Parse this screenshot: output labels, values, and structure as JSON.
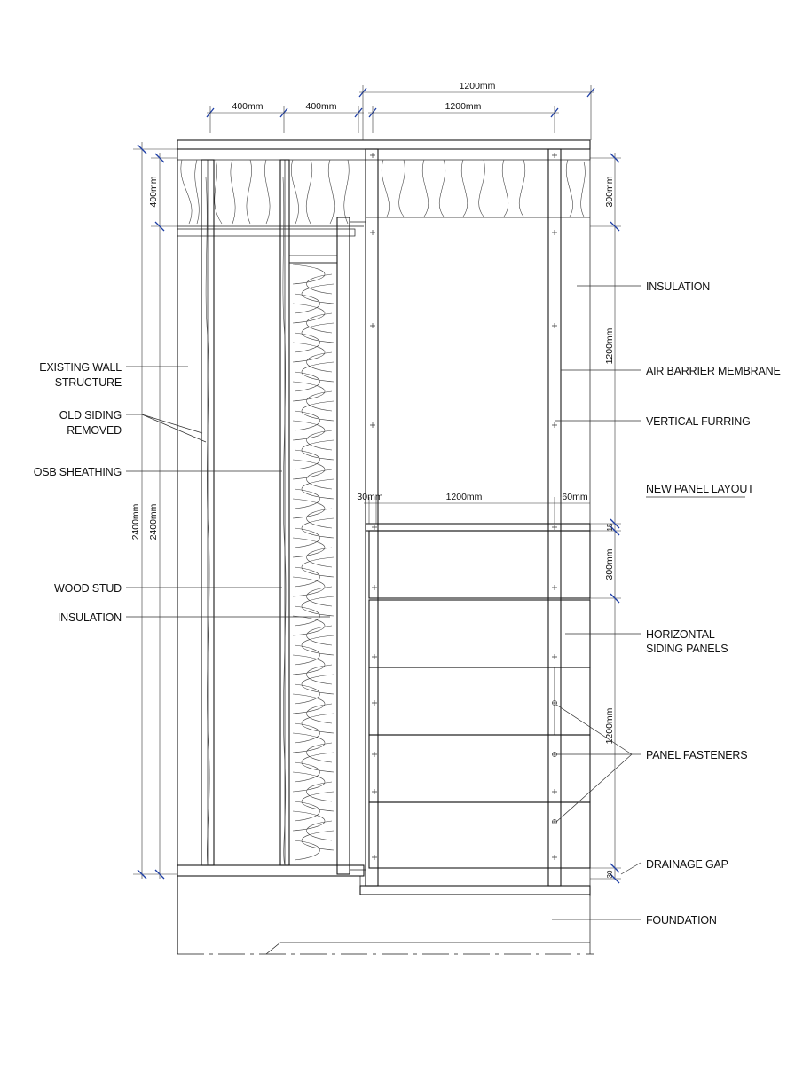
{
  "labels_left": {
    "existing_wall_1": "EXISTING WALL",
    "existing_wall_2": "STRUCTURE",
    "old_siding_1": "OLD SIDING",
    "old_siding_2": "REMOVED",
    "osb": "OSB SHEATHING",
    "wood_stud": "WOOD STUD",
    "insulation": "INSULATION"
  },
  "labels_right": {
    "insulation": "INSULATION",
    "air_barrier": "AIR BARRIER MEMBRANE",
    "vertical_furring": "VERTICAL FURRING",
    "new_panel_layout": "NEW PANEL LAYOUT",
    "horizontal_siding_1": "HORIZONTAL",
    "horizontal_siding_2": "SIDING PANELS",
    "panel_fasteners": "PANEL FASTENERS",
    "drainage_gap": "DRAINAGE GAP",
    "foundation": "FOUNDATION"
  },
  "dimensions": {
    "top_overall": "1200mm",
    "top_stud_1": "400mm",
    "top_stud_2": "400mm",
    "top_furring": "1200mm",
    "left_top": "400mm",
    "left_overall_1": "2400mm",
    "left_overall_2": "2400mm",
    "right_top": "300mm",
    "right_mid": "1200mm",
    "panel_left": "30mm",
    "panel_width": "1200mm",
    "panel_right": "60mm",
    "right_small": "15",
    "right_panel": "300mm",
    "right_lower": "1200mm",
    "right_gap": "30"
  }
}
